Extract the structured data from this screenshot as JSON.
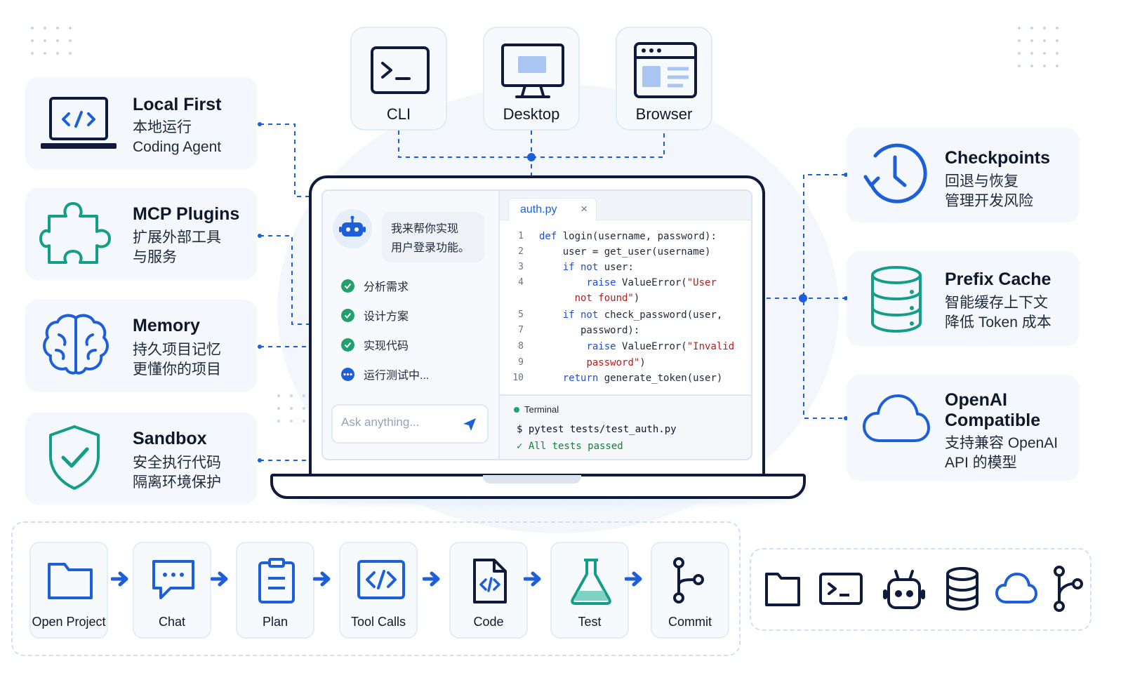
{
  "top_tiles": [
    {
      "label": "CLI",
      "icon": "terminal-icon"
    },
    {
      "label": "Desktop",
      "icon": "monitor-icon"
    },
    {
      "label": "Browser",
      "icon": "browser-window-icon"
    }
  ],
  "left_features": [
    {
      "title": "Local First",
      "subtitle": "本地运行\nCoding Agent",
      "icon": "laptop-code-icon"
    },
    {
      "title": "MCP Plugins",
      "subtitle": "扩展外部工具\n与服务",
      "icon": "puzzle-icon"
    },
    {
      "title": "Memory",
      "subtitle": "持久项目记忆\n更懂你的项目",
      "icon": "brain-icon"
    },
    {
      "title": "Sandbox",
      "subtitle": "安全执行代码\n隔离环境保护",
      "icon": "shield-check-icon"
    }
  ],
  "right_features": [
    {
      "title": "Checkpoints",
      "subtitle": "回退与恢复\n管理开发风险",
      "icon": "clock-rewind-icon"
    },
    {
      "title": "Prefix Cache",
      "subtitle": "智能缓存上下文\n降低 Token 成本",
      "icon": "database-icon"
    },
    {
      "title": "OpenAI\nCompatible",
      "subtitle": "支持兼容 OpenAI\nAPI 的模型",
      "icon": "cloud-icon"
    }
  ],
  "chat": {
    "message": "我来帮你实现\n用户登录功能。",
    "steps": [
      {
        "label": "分析需求",
        "status": "done"
      },
      {
        "label": "设计方案",
        "status": "done"
      },
      {
        "label": "实现代码",
        "status": "done"
      },
      {
        "label": "运行测试中...",
        "status": "running"
      }
    ],
    "input_placeholder": "Ask anything..."
  },
  "editor": {
    "tab_name": "auth.py",
    "tab_close": "×",
    "lines": [
      {
        "n": "1",
        "code": "def login(username, password):"
      },
      {
        "n": "2",
        "code": "    user = get_user(username)"
      },
      {
        "n": "3",
        "code": "    if not user:"
      },
      {
        "n": "4",
        "code": "        raise ValueError(\"User"
      },
      {
        "n": "",
        "code": "      not found\")"
      },
      {
        "n": "5",
        "code": "    if not check_password(user,"
      },
      {
        "n": "7",
        "code": "       password):"
      },
      {
        "n": "8",
        "code": "        raise ValueError(\"Invalid"
      },
      {
        "n": "9",
        "code": "        password\")"
      },
      {
        "n": "10",
        "code": "    return generate_token(user)"
      }
    ]
  },
  "terminal": {
    "title": "Terminal",
    "command": "$ pytest tests/test_auth.py",
    "result": "✓ All tests passed"
  },
  "workflow": [
    {
      "label": "Open Project",
      "icon": "folder-icon"
    },
    {
      "label": "Chat",
      "icon": "chat-bubble-icon"
    },
    {
      "label": "Plan",
      "icon": "clipboard-icon"
    },
    {
      "label": "Tool Calls",
      "icon": "code-brackets-icon"
    },
    {
      "label": "Code",
      "icon": "code-file-icon"
    },
    {
      "label": "Test",
      "icon": "flask-icon"
    },
    {
      "label": "Commit",
      "icon": "git-branch-icon"
    }
  ],
  "icon_strip": [
    "folder-icon",
    "terminal-icon",
    "robot-icon",
    "database-icon",
    "cloud-icon",
    "git-branch-icon"
  ],
  "colors": {
    "primary": "#1d5fd8",
    "teal": "#149e8a",
    "navy": "#0f1b3d",
    "success": "#22a06b"
  }
}
